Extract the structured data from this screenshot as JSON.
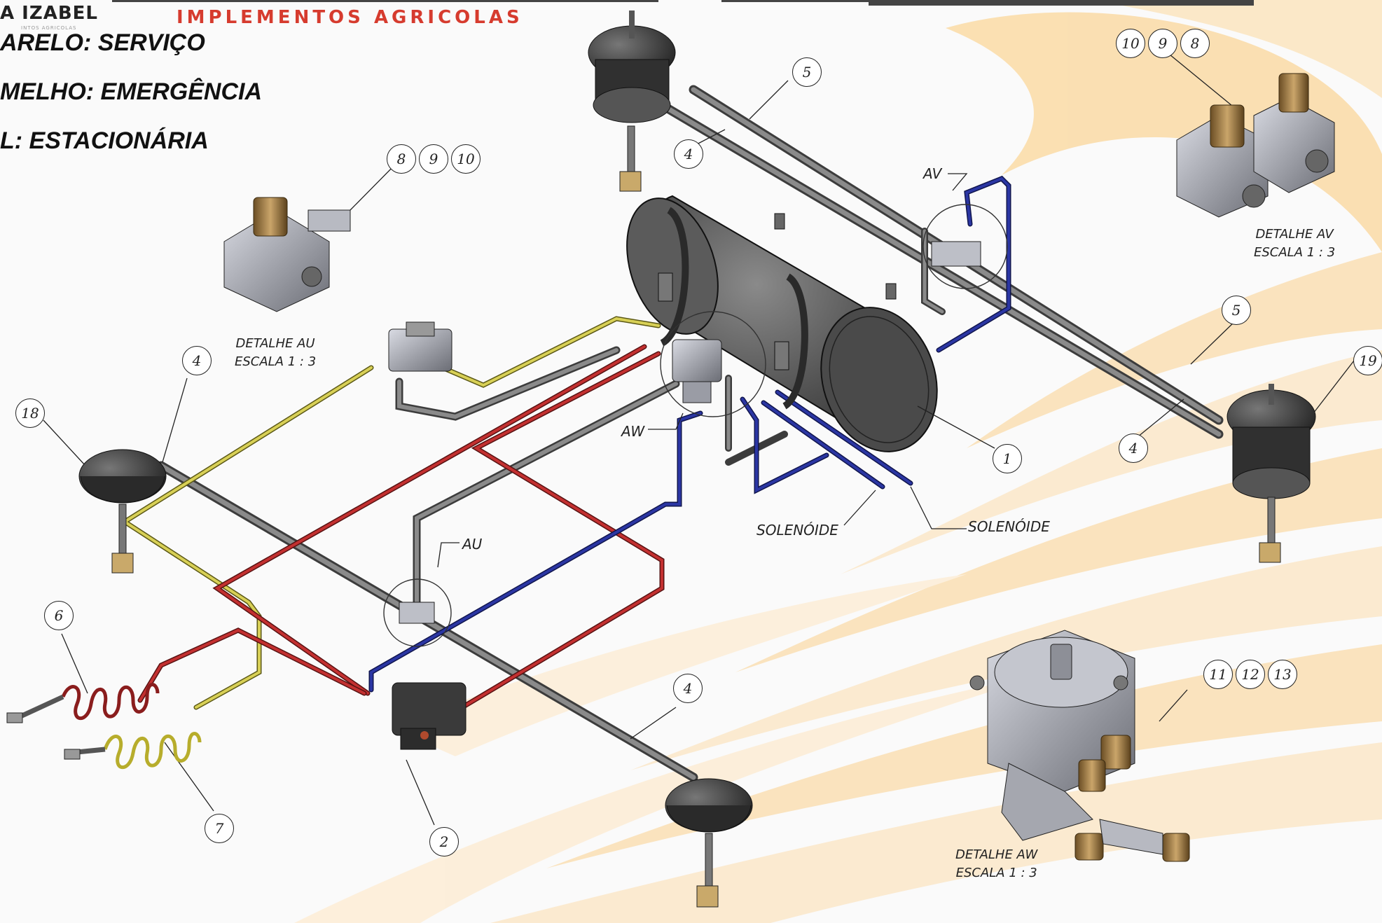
{
  "header": {
    "brand": "A IZABEL",
    "brand_sub": "INTOS AGRICOLAS",
    "tagline": "IMPLEMENTOS AGRICOLAS"
  },
  "legend": [
    {
      "text": "ARELO: SERVIÇO",
      "color": "#111111"
    },
    {
      "text": "MELHO: EMERGÊNCIA",
      "color": "#111111"
    },
    {
      "text": "L: ESTACIONÁRIA",
      "color": "#111111"
    }
  ],
  "line_colors": {
    "service": "#c9c248",
    "emergency": "#b52a2a",
    "parking": "#232d8f",
    "pipe": "#6d6d6d"
  },
  "details": {
    "au": {
      "title": "DETALHE AU",
      "scale": "ESCALA 1 : 3"
    },
    "av": {
      "title": "DETALHE AV",
      "scale": "ESCALA 1 : 3"
    },
    "aw": {
      "title": "DETALHE AW",
      "scale": "ESCALA 1 : 3"
    }
  },
  "view_labels": {
    "av": "AV",
    "aw": "AW",
    "au": "AU"
  },
  "solenoid_labels": [
    "SOLENÓIDE",
    "SOLENÓIDE"
  ],
  "callouts": [
    "10",
    "9",
    "8",
    "5",
    "4",
    "8",
    "9",
    "10",
    "5",
    "19",
    "4",
    "1",
    "4",
    "18",
    "6",
    "7",
    "2",
    "4",
    "11",
    "12",
    "13"
  ]
}
